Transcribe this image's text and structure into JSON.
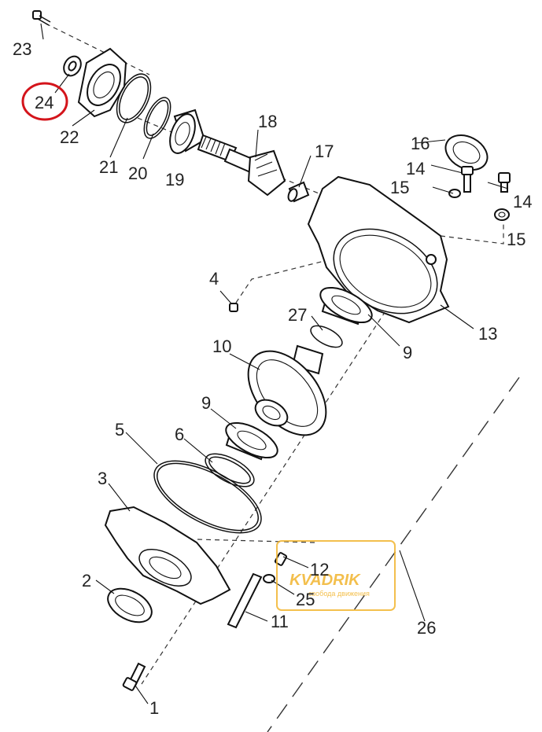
{
  "labels": {
    "p1": "1",
    "p2": "2",
    "p3": "3",
    "p4": "4",
    "p5": "5",
    "p6": "6",
    "p9a": "9",
    "p9b": "9",
    "p10": "10",
    "p11": "11",
    "p12": "12",
    "p13": "13",
    "p14a": "14",
    "p14b": "14",
    "p15a": "15",
    "p15b": "15",
    "p16": "16",
    "p17": "17",
    "p18": "18",
    "p19": "19",
    "p20": "20",
    "p21": "21",
    "p22": "22",
    "p23": "23",
    "p24": "24",
    "p25": "25",
    "p26": "26",
    "p27": "27"
  },
  "highlight": {
    "label": "24",
    "color": "#d4141b"
  },
  "watermark": {
    "brand": "KVADRIK",
    "tagline": "свобода движения",
    "color": "#f2b52e"
  }
}
